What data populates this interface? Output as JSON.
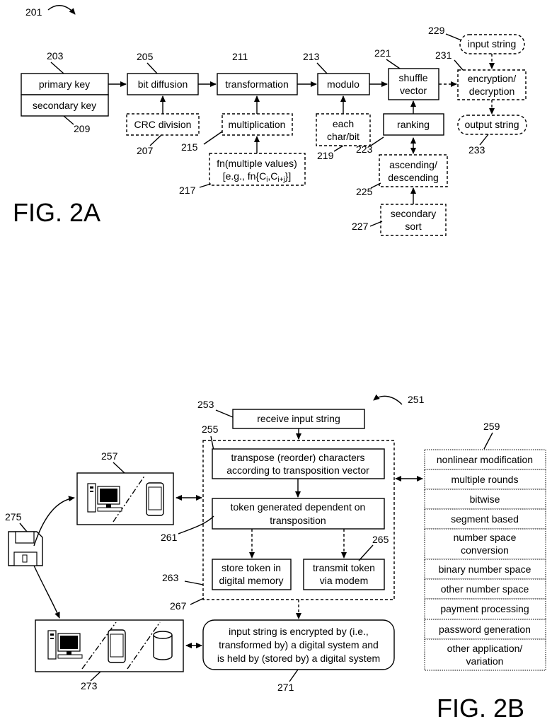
{
  "fig2a": {
    "caption": "FIG. 2A",
    "labels": {
      "r201": "201",
      "r203": "203",
      "r205": "205",
      "r207": "207",
      "r209": "209",
      "r211": "211",
      "r213": "213",
      "r215": "215",
      "r217": "217",
      "r219": "219",
      "r221": "221",
      "r223": "223",
      "r225": "225",
      "r227": "227",
      "r229": "229",
      "r231": "231",
      "r233": "233"
    },
    "primary_key": "primary key",
    "secondary_key": "secondary key",
    "bit_diffusion": "bit diffusion",
    "crc_division": "CRC division",
    "transformation": "transformation",
    "multiplication": "multiplication",
    "fn_line1": "fn(multiple values)",
    "fn_line2_a": "[e.g., fn{C",
    "fn_sub_i": "i",
    "fn_comma": ",C",
    "fn_sub_ij": "i+j",
    "fn_line2_b": "}]",
    "modulo": "modulo",
    "each_line1": "each",
    "each_line2": "char/bit",
    "shuffle_line1": "shuffle",
    "shuffle_line2": "vector",
    "ranking": "ranking",
    "asc_line1": "ascending/",
    "asc_line2": "descending",
    "sec_line1": "secondary",
    "sec_line2": "sort",
    "input_string": "input string",
    "enc_line1": "encryption/",
    "enc_line2": "decryption",
    "output_string": "output string"
  },
  "fig2b": {
    "caption": "FIG. 2B",
    "labels": {
      "r251": "251",
      "r253": "253",
      "r255": "255",
      "r257": "257",
      "r259": "259",
      "r261": "261",
      "r263": "263",
      "r265": "265",
      "r267": "267",
      "r271": "271",
      "r273": "273",
      "r275": "275"
    },
    "receive": "receive input string",
    "transpose_line1": "transpose (reorder) characters",
    "transpose_line2": "according to transposition vector",
    "token_line1": "token generated dependent on",
    "token_line2": "transposition",
    "store_line1": "store token in",
    "store_line2": "digital memory",
    "transmit_line1": "transmit token",
    "transmit_line2": "via modem",
    "result_line1": "input string is encrypted by (i.e.,",
    "result_line2": "transformed by) a digital system and",
    "result_line3": "is held by (stored by) a digital system",
    "options": [
      "nonlinear modification",
      "multiple rounds",
      "bitwise",
      "segment based",
      "number space",
      "conversion",
      "binary number space",
      "other number space",
      "payment processing",
      "password generation",
      "other application/",
      "variation"
    ]
  }
}
